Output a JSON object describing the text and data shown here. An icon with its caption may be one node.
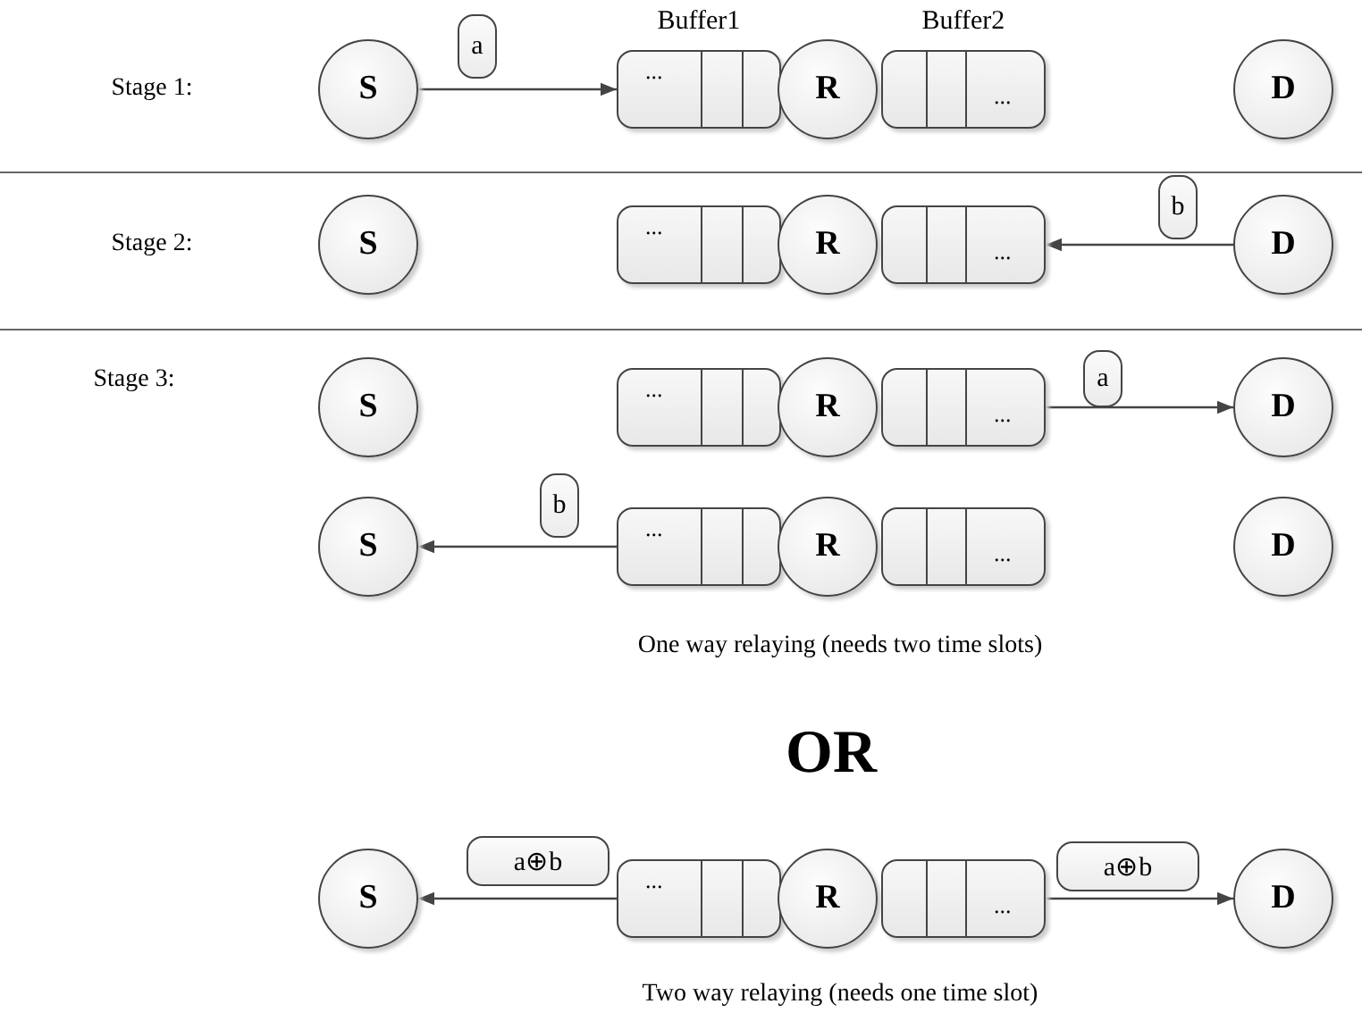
{
  "diagram": {
    "nodes": [
      {
        "text": [
          "S"
        ]
      },
      {
        "text": [
          "Buffer1",
          "..."
        ]
      },
      {
        "text": [
          "R"
        ]
      },
      {
        "text": [
          "Buffer2",
          "..."
        ]
      },
      {
        "text": [
          "D"
        ]
      },
      {
        "text": [
          "S"
        ]
      },
      {
        "text": [
          "..."
        ]
      },
      {
        "text": [
          "R"
        ]
      },
      {
        "text": [
          "..."
        ]
      },
      {
        "text": [
          "D"
        ]
      },
      {
        "text": [
          "S"
        ]
      },
      {
        "text": [
          "..."
        ]
      },
      {
        "text": [
          "R"
        ]
      },
      {
        "text": [
          "..."
        ]
      },
      {
        "text": [
          "D"
        ]
      },
      {
        "text": [
          "S"
        ]
      },
      {
        "text": [
          "..."
        ]
      },
      {
        "text": [
          "R"
        ]
      },
      {
        "text": [
          "..."
        ]
      },
      {
        "text": [
          "D"
        ]
      },
      {
        "text": [
          "S"
        ]
      },
      {
        "text": [
          "..."
        ]
      },
      {
        "text": [
          "R"
        ]
      },
      {
        "text": [
          "..."
        ]
      },
      {
        "text": [
          "D"
        ]
      }
    ],
    "edges": [
      {
        "from": 0,
        "to": 1,
        "arrow": "to",
        "label": "a"
      },
      {
        "from": 9,
        "to": 8,
        "arrow": "to",
        "label": "b"
      },
      {
        "from": 13,
        "to": 14,
        "arrow": "to",
        "label": "a"
      },
      {
        "from": 16,
        "to": 15,
        "arrow": "to",
        "label": "b"
      },
      {
        "from": 21,
        "to": 20,
        "arrow": "to",
        "label": "a⊕b"
      },
      {
        "from": 23,
        "to": 24,
        "arrow": "to",
        "label": "a⊕b"
      }
    ],
    "labels": [
      "Stage 1:",
      "Stage 2:",
      "Stage 3:",
      "One way relaying (needs two time slots)",
      "OR",
      "Two way relaying (needs one time slot)"
    ]
  }
}
